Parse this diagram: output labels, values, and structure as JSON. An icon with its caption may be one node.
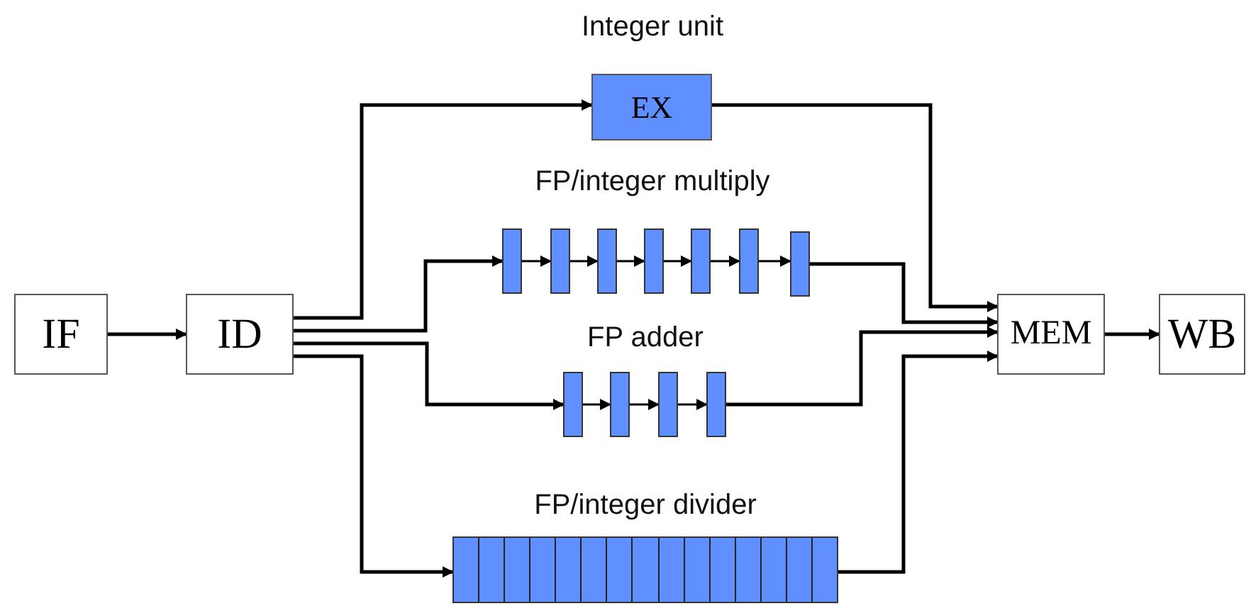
{
  "diagram": {
    "nodes": [
      {
        "text": [
          "IF"
        ]
      },
      {
        "text": [
          "ID"
        ]
      },
      {
        "text": [
          "EX"
        ]
      },
      {
        "text": [],
        "shape": "box"
      },
      {
        "text": [],
        "shape": "box"
      },
      {
        "text": [],
        "shape": "box"
      },
      {
        "text": [],
        "shape": "box"
      },
      {
        "text": [],
        "shape": "box"
      },
      {
        "text": [],
        "shape": "box"
      },
      {
        "text": [],
        "shape": "box"
      },
      {
        "text": [],
        "shape": "box"
      },
      {
        "text": [],
        "shape": "box"
      },
      {
        "text": [],
        "shape": "box"
      },
      {
        "text": [],
        "shape": "box"
      },
      {
        "text": [],
        "shape": "bar"
      },
      {
        "text": [
          "MEM"
        ]
      },
      {
        "text": [
          "WB"
        ]
      }
    ],
    "edges": [
      {
        "from": 0,
        "to": 1,
        "arrow": "to"
      },
      {
        "from": 1,
        "to": 2,
        "arrow": "to"
      },
      {
        "from": 2,
        "to": 15,
        "arrow": "to"
      },
      {
        "from": 1,
        "to": 3,
        "arrow": "to"
      },
      {
        "from": 3,
        "to": 4,
        "arrow": "to"
      },
      {
        "from": 4,
        "to": 5,
        "arrow": "to"
      },
      {
        "from": 5,
        "to": 6,
        "arrow": "to"
      },
      {
        "from": 6,
        "to": 7,
        "arrow": "to"
      },
      {
        "from": 7,
        "to": 8,
        "arrow": "to"
      },
      {
        "from": 8,
        "to": 9,
        "arrow": "to"
      },
      {
        "from": 9,
        "to": 15,
        "arrow": "to"
      },
      {
        "from": 1,
        "to": 10,
        "arrow": "to"
      },
      {
        "from": 10,
        "to": 11,
        "arrow": "to"
      },
      {
        "from": 11,
        "to": 12,
        "arrow": "to"
      },
      {
        "from": 12,
        "to": 13,
        "arrow": "to"
      },
      {
        "from": 13,
        "to": 15,
        "arrow": "to"
      },
      {
        "from": 1,
        "to": 14,
        "arrow": "to"
      },
      {
        "from": 14,
        "to": 15,
        "arrow": "to"
      },
      {
        "from": 15,
        "to": 16,
        "arrow": "to"
      }
    ],
    "labels": [
      "Integer unit",
      "FP/integer multiply",
      "FP adder",
      "FP/integer divider"
    ]
  }
}
